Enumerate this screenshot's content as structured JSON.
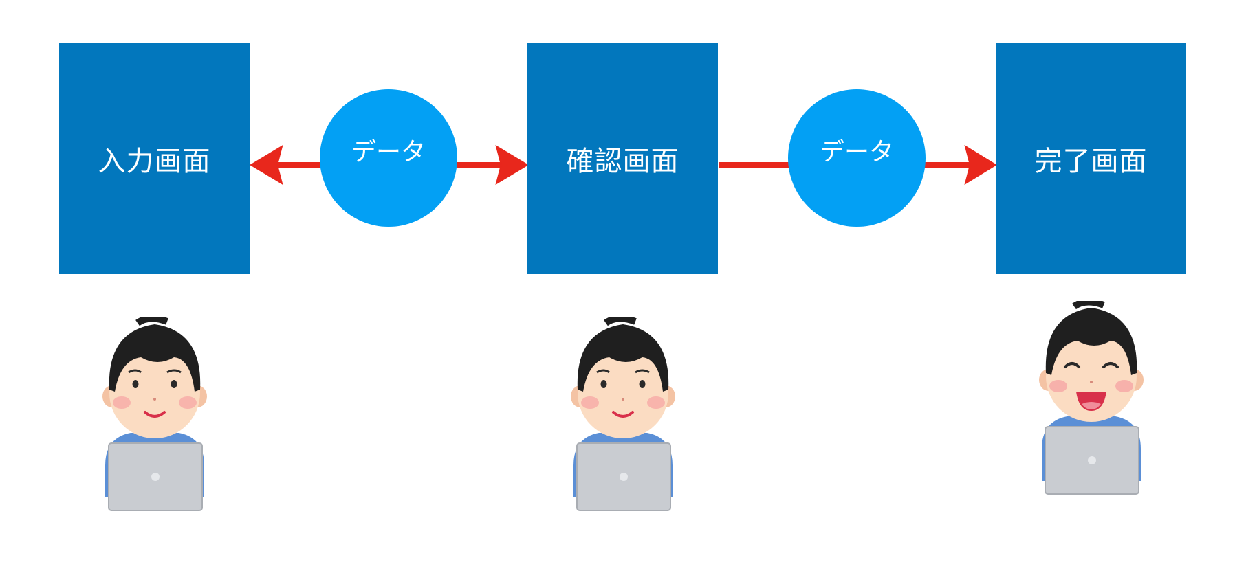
{
  "screens": [
    {
      "label": "入力画面"
    },
    {
      "label": "確認画面"
    },
    {
      "label": "完了画面"
    }
  ],
  "data_bubbles": [
    {
      "label": "データ"
    },
    {
      "label": "データ"
    }
  ],
  "colors": {
    "screen_box": "#0277bd",
    "data_circle": "#03a0f4",
    "arrow": "#e8271c",
    "hair": "#1f1f1f",
    "skin": "#fbdcc2",
    "shirt": "#5b8fd6",
    "laptop": "#c9ccd1"
  },
  "icons": [
    "person-with-laptop-icon",
    "person-with-laptop-icon",
    "happy-person-with-laptop-icon"
  ]
}
